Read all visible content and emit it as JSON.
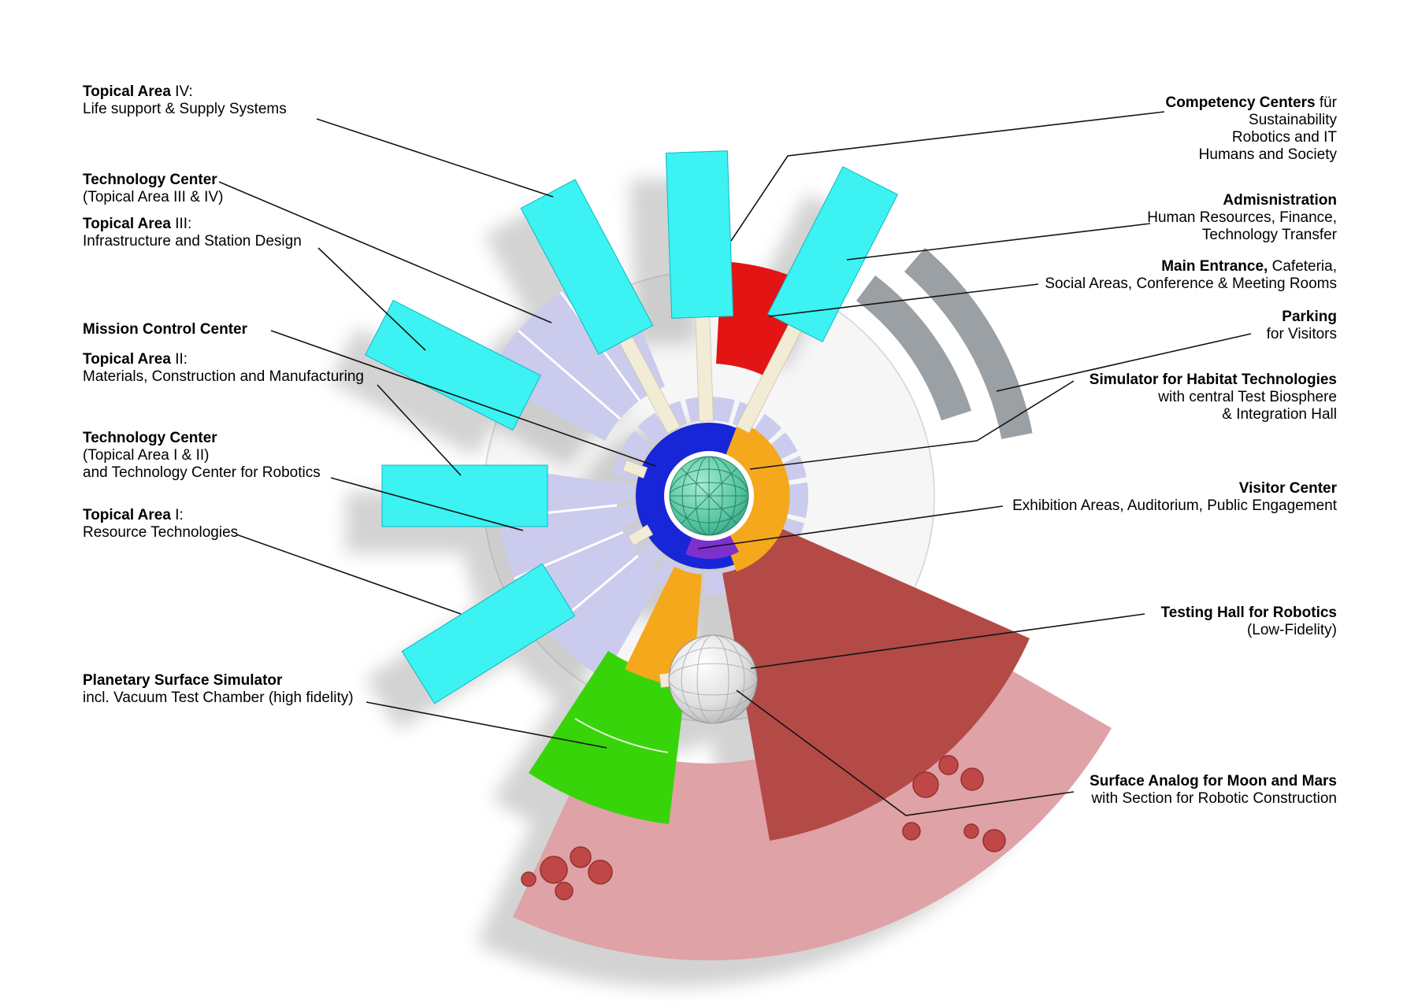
{
  "diagram": {
    "left_labels": [
      {
        "bold": "Topical Area",
        "rest": " IV:",
        "lines": [
          "Life support & Supply Systems"
        ]
      },
      {
        "bold": "Technology Center",
        "rest": "",
        "lines": [
          "(Topical Area III & IV)"
        ]
      },
      {
        "bold": "Topical Area",
        "rest": " III:",
        "lines": [
          "Infrastructure and Station Design"
        ]
      },
      {
        "bold": "Mission Control Center",
        "rest": "",
        "lines": []
      },
      {
        "bold": "Topical Area",
        "rest": " II:",
        "lines": [
          "Materials, Construction and Manufacturing"
        ]
      },
      {
        "bold": "Technology Center",
        "rest": "",
        "lines": [
          "(Topical Area I & II)",
          "and Technology Center for Robotics"
        ]
      },
      {
        "bold": "Topical Area",
        "rest": " I:",
        "lines": [
          "Resource Technologies"
        ]
      },
      {
        "bold": "Planetary Surface Simulator",
        "rest": "",
        "lines": [
          "incl. Vacuum Test Chamber (high fidelity)"
        ]
      }
    ],
    "right_labels": [
      {
        "bold": "Competency Centers",
        "rest": " für",
        "lines": [
          "Sustainability",
          "Robotics and IT",
          "Humans and Society"
        ]
      },
      {
        "bold": "Admisnistration",
        "rest": "",
        "lines": [
          "Human Resources, Finance,",
          "Technology Transfer"
        ]
      },
      {
        "bold": "Main Entrance,",
        "rest": " Cafeteria,",
        "lines": [
          "Social Areas, Conference & Meeting Rooms"
        ]
      },
      {
        "bold": "Parking",
        "rest": "",
        "lines": [
          "for Visitors"
        ]
      },
      {
        "bold": "Simulator for Habitat Technologies",
        "rest": "",
        "lines": [
          "with central Test Biosphere",
          "& Integration Hall"
        ]
      },
      {
        "bold": "Visitor Center",
        "rest": "",
        "lines": [
          "Exhibition Areas, Auditorium, Public Engagement"
        ]
      },
      {
        "bold": "Testing Hall for Robotics",
        "rest": "",
        "lines": [
          "(Low-Fidelity)"
        ]
      },
      {
        "bold": "Surface Analog for Moon and Mars",
        "rest": "",
        "lines": [
          "with Section for Robotic Construction"
        ]
      }
    ],
    "colors": {
      "cyan": "#3CF2F2",
      "lavender": "#cbcbee",
      "blue": "#1726d6",
      "orange": "#f5a81c",
      "purple": "#7e2fd0",
      "red": "#e21414",
      "green": "#38d40a",
      "dark_red": "#b34a46",
      "pink": "#dfa2a6",
      "gray_parking": "#9aa0a4",
      "cream": "#f2ecd7",
      "boulder": "#bf4846",
      "leader": "#141414"
    }
  }
}
